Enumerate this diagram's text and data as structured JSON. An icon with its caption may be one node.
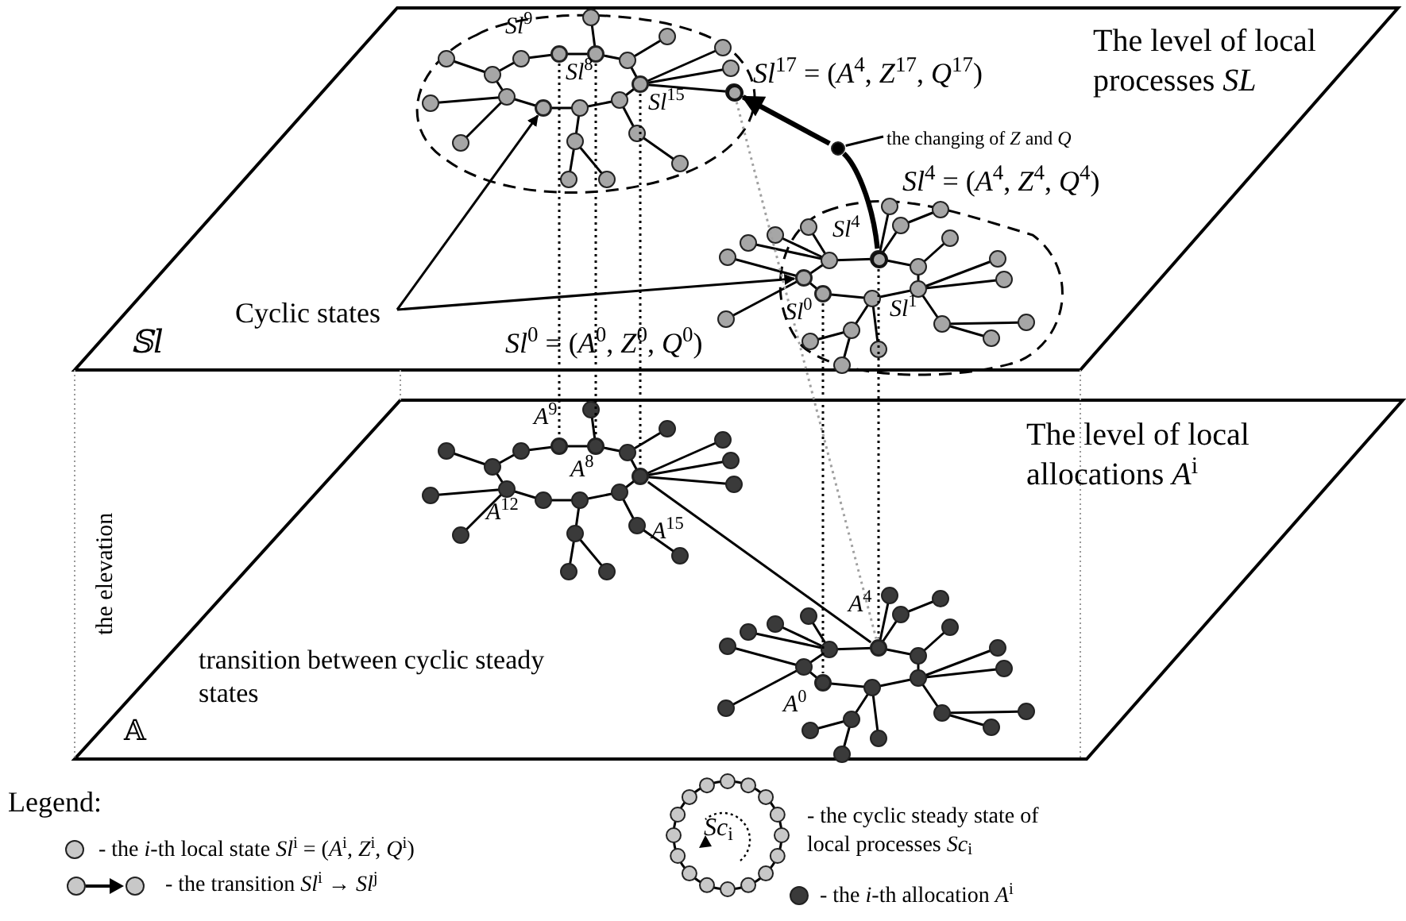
{
  "diagram": {
    "nodes": [
      {
        "text": [],
        "shape": "circle"
      },
      {
        "text": [],
        "shape": "circle"
      },
      {
        "text": [],
        "shape": "circle"
      },
      {
        "text": [],
        "shape": "circle"
      },
      {
        "text": [],
        "shape": "circle"
      },
      {
        "text": [],
        "shape": "circle"
      },
      {
        "text": [
          "the changing of *Z* and *Q*"
        ]
      },
      {
        "text": [],
        "shape": "circle"
      },
      {
        "text": [
          "Cyclic states"
        ]
      },
      {
        "text": [],
        "shape": "circle"
      },
      {
        "text": [],
        "shape": "circle"
      },
      {
        "text": [],
        "shape": "circle"
      },
      {
        "text": [],
        "shape": "circle"
      },
      {
        "text": [],
        "shape": "circle"
      },
      {
        "text": [],
        "shape": "circle"
      },
      {
        "text": [],
        "shape": "circle"
      }
    ],
    "edges": [
      {
        "from": 8,
        "to": 4,
        "arrow": "to"
      },
      {
        "from": 8,
        "to": 9,
        "arrow": "to"
      },
      {
        "from": 7,
        "to": 5,
        "arrow": "none",
        "style": "thick"
      },
      {
        "from": 5,
        "to": 3,
        "arrow": "to",
        "style": "thick"
      },
      {
        "from": 6,
        "to": 5,
        "arrow": "none"
      },
      {
        "from": 0,
        "to": 11,
        "arrow": "none",
        "style": "dashed"
      },
      {
        "from": 1,
        "to": 12,
        "arrow": "none",
        "style": "dashed"
      },
      {
        "from": 2,
        "to": 13,
        "arrow": "none",
        "style": "dashed"
      },
      {
        "from": 3,
        "to": 14,
        "arrow": "none",
        "style": "dashed",
        "color": "#a0a0a0"
      },
      {
        "from": 7,
        "to": 14,
        "arrow": "none",
        "style": "dashed"
      },
      {
        "from": 10,
        "to": 15,
        "arrow": "none",
        "style": "dashed"
      },
      {
        "from": 13,
        "to": 14,
        "arrow": "none"
      }
    ],
    "labels": [
      "The level of local processes *SL*",
      "*Sl*$^{9}$",
      "*Sl*$^{8}$",
      "*Sl*$^{15}$",
      "*Sl*$^{17}$ = (*A*$^{4}$, *Z*$^{17}$, *Q*$^{17}$)",
      "*Sl*$^{4}$ = (*A*$^{4}$, *Z*$^{4}$, *Q*$^{4}$)",
      "*Sl*$^{4}$",
      "*Sl*$^{0}$",
      "*Sl*$^{1}$",
      "𝕊l",
      "*Sl*$^{0}$ = (*A*$^{0}$, *Z*$^{0}$, *Q*$^{0}$)",
      "The level of local allocations *A*$^{i}$",
      "*A*$^{9}$",
      "*A*$^{8}$",
      "*A*$^{12}$",
      "*A*$^{15}$",
      "*A*$^{4}$",
      "*A*$^{0}$",
      "the elevation",
      "transition between cyclic steady states",
      "𝔸",
      "Legend:",
      "*Sc*$_{i}$"
    ],
    "legend": [
      {
        "text": "- the *i*-th local state   *Sl*$^{i}$ = (*A*$^{i}$, *Z*$^{i}$, *Q*$^{i}$)"
      },
      {
        "text": "- the transition   *Sl*$^{i}$ → *Sl*$^{j}$"
      },
      {
        "text": "- the cyclic steady state of local processes *Sc*$_{i}$"
      },
      {
        "text": "- the *i*-th allocation   *A*$^{i}$"
      }
    ]
  }
}
